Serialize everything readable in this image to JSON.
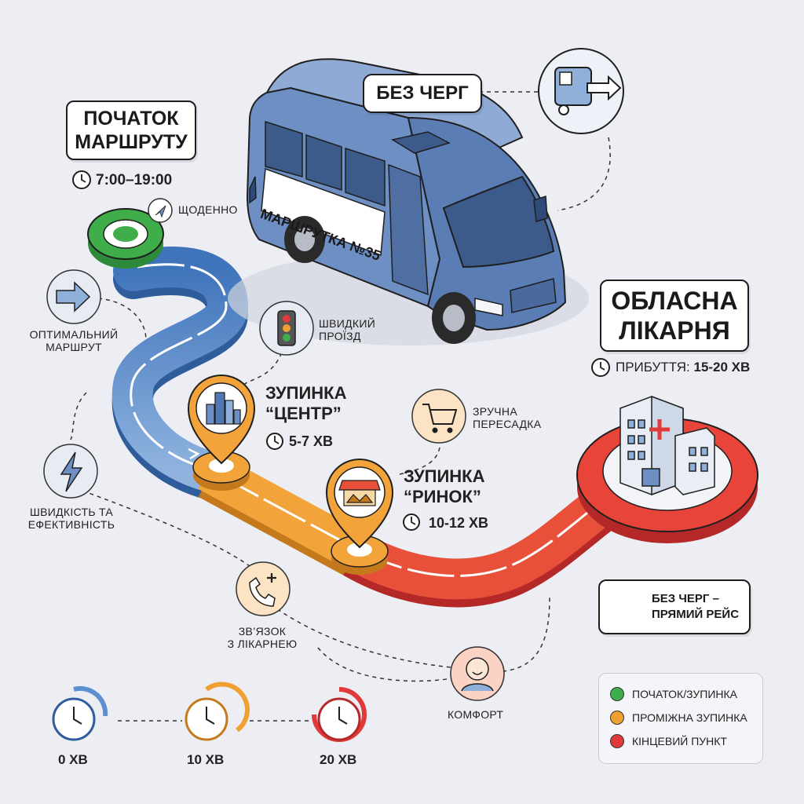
{
  "start": {
    "title_line1": "ПОЧАТОК",
    "title_line2": "МАРШРУТУ",
    "hours": "7:00–19:00",
    "daily": "ЩОДЕННО"
  },
  "bus": {
    "side_label": "МАРШРУТКА №35",
    "callout": "БЕЗ ЧЕРГ"
  },
  "destination": {
    "title_line1": "ОБЛАСНА",
    "title_line2": "ЛІКАРНЯ",
    "arrival_prefix": "ПРИБУТТЯ:",
    "arrival_value": "15-20 ХВ",
    "badge_line1": "БЕЗ ЧЕРГ –",
    "badge_line2": "ПРЯМИЙ РЕЙС"
  },
  "stops": [
    {
      "title_line1": "ЗУПИНКА",
      "title_line2": "“ЦЕНТР”",
      "time": "5-7 ХВ"
    },
    {
      "title_line1": "ЗУПИНКА",
      "title_line2": "“РИНОК”",
      "time": "10-12 ХВ"
    }
  ],
  "features": {
    "optimal_line1": "ОПТИМАЛЬНИЙ",
    "optimal_line2": "МАРШРУТ",
    "fast_line1": "ШВИДКИЙ",
    "fast_line2": "ПРОЇЗД",
    "speed_line1": "ШВИДКІСТЬ ТА",
    "speed_line2": "ЕФЕКТИВНІСТЬ",
    "transfer_line1": "ЗРУЧНА",
    "transfer_line2": "ПЕРЕСАДКА",
    "contact_line1": "ЗВ’ЯЗОК",
    "contact_line2": "З ЛІКАРНЕЮ",
    "comfort": "КОМФОРТ"
  },
  "timeline": [
    "0 ХВ",
    "10 ХВ",
    "20 ХВ"
  ],
  "legend": [
    {
      "label": "ПОЧАТОК/ЗУПИНКА",
      "color": "#3fae4a"
    },
    {
      "label": "ПРОМІЖНА ЗУПИНКА",
      "color": "#f0a030"
    },
    {
      "label": "КІНЦЕВИЙ ПУНКТ",
      "color": "#e03a3a"
    }
  ],
  "colors": {
    "route_blue": "#5b8fd0",
    "route_orange": "#f0a030",
    "route_red": "#e03a3a",
    "bus_body": "#6d8fc4",
    "start_green": "#3fae4a"
  }
}
